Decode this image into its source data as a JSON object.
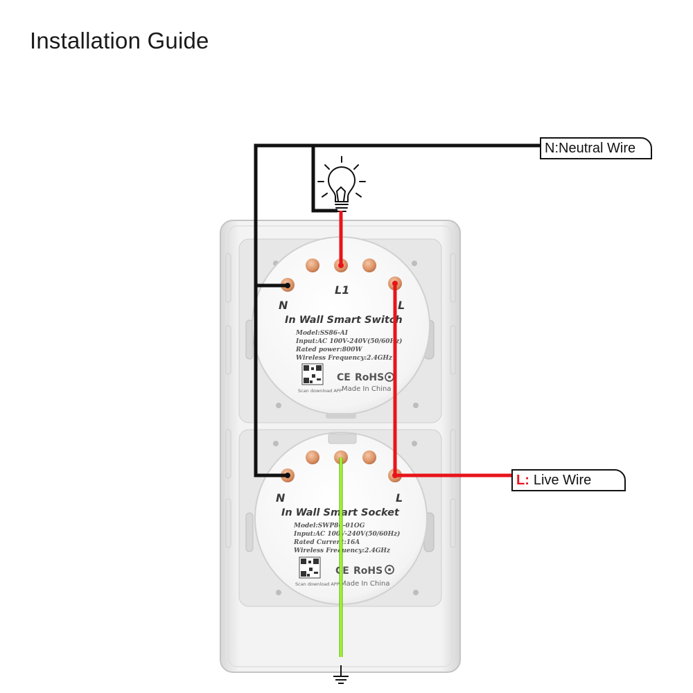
{
  "title": "Installation Guide",
  "labels": {
    "neutral": "N:Neutral Wire",
    "live_prefix": "L:",
    "live": "Live Wire"
  },
  "switch_module": {
    "terminal_l1": "L1",
    "terminal_n": "N",
    "terminal_l": "L",
    "name": "In Wall Smart Switch",
    "model": "Model:SS86-AI",
    "input": "Input:AC 100V-240V(50/60Hz)",
    "rating": "Rated power:800W",
    "wireless": "Wireless Frequency:2.4GHz",
    "ce": "CE",
    "rohs": "RoHS",
    "made_in": "Made In China",
    "scan": "Scan download APP"
  },
  "socket_module": {
    "terminal_n": "N",
    "terminal_l": "L",
    "name": "In Wall Smart Socket",
    "model": "Model:SWP86-01OG",
    "input": "Input:AC 100V-240V(50/60Hz)",
    "rating": "Rated Current:16A",
    "wireless": "Wireless Frequency:2.4GHz",
    "ce": "CE",
    "rohs": "RoHS",
    "made_in": "Made In China",
    "scan": "Scan download APP"
  },
  "colors": {
    "neutral_wire": "#111111",
    "live_wire": "#e8141b",
    "ground_wire": "#8ee51a",
    "live_label": "#e8141b",
    "terminal": "#e4a27a"
  },
  "icons": [
    "light-bulb-icon",
    "ground-symbol-icon",
    "qr-code-icon",
    "recycle-icon"
  ]
}
